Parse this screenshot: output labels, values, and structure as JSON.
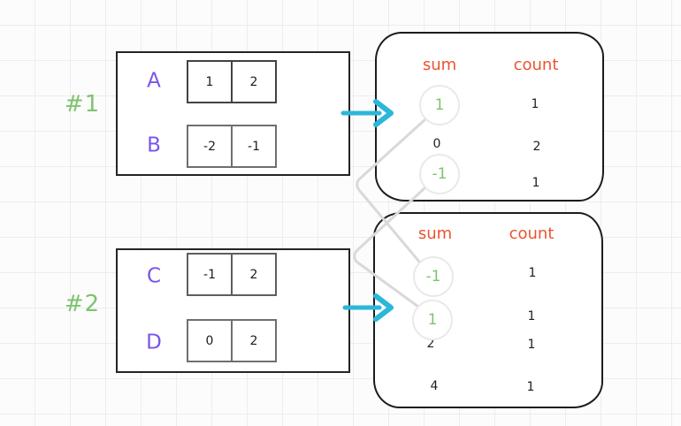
{
  "diagram": {
    "examples": [
      {
        "id": "#1",
        "arrays": [
          {
            "name": "A",
            "values": [
              "1",
              "2"
            ]
          },
          {
            "name": "B",
            "values": [
              "-2",
              "-1"
            ]
          }
        ],
        "result": {
          "sum_header": "sum",
          "count_header": "count",
          "rows": [
            {
              "sum": "1",
              "count": "1",
              "circled": true
            },
            {
              "sum": "0",
              "count": "2",
              "circled": false
            },
            {
              "sum": "-1",
              "count": "1",
              "circled": true
            }
          ]
        }
      },
      {
        "id": "#2",
        "arrays": [
          {
            "name": "C",
            "values": [
              "-1",
              "2"
            ]
          },
          {
            "name": "D",
            "values": [
              "0",
              "2"
            ]
          }
        ],
        "result": {
          "sum_header": "sum",
          "count_header": "count",
          "rows": [
            {
              "sum": "-1",
              "count": "1",
              "circled": true
            },
            {
              "sum": "1",
              "count": "1",
              "circled": true
            },
            {
              "sum": "2",
              "count": "1",
              "circled": false
            },
            {
              "sum": "4",
              "count": "1",
              "circled": false
            }
          ]
        }
      }
    ],
    "links": [
      {
        "from": "#1 sum 1",
        "to": "#2 sum -1"
      },
      {
        "from": "#1 sum -1",
        "to": "#2 sum 1"
      }
    ],
    "colors": {
      "example_label_green": "#7ec36e",
      "array_name_purple": "#7a55e9",
      "header_orange": "#ea5430",
      "arrow_cyan": "#2bb7d9",
      "circled_value_green": "#7ec36e",
      "link_line_gray": "#d9d9d9",
      "text_black": "#1e1e1e"
    }
  }
}
